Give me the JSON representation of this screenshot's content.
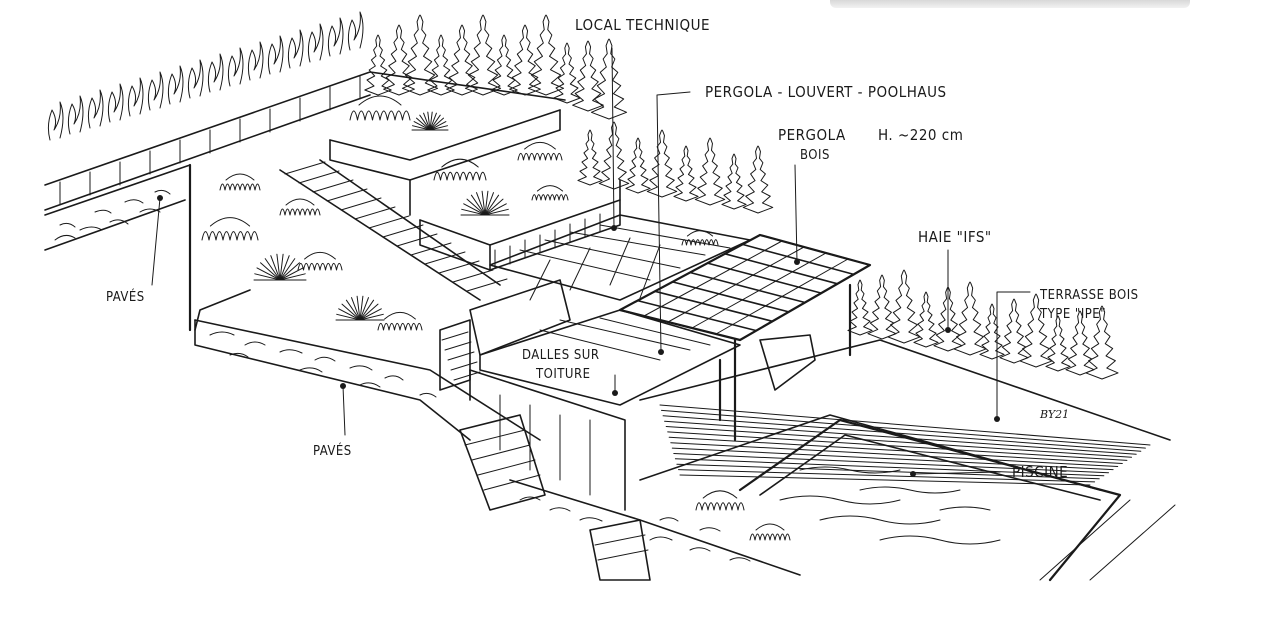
{
  "labels": {
    "local_technique": "LOCAL TECHNIQUE",
    "pergola_louvert": "PERGOLA - LOUVERT - POOLHAUS",
    "pergola_bois_line1": "PERGOLA",
    "pergola_bois_height": "H. ~220 cm",
    "pergola_bois_line2": "BOIS",
    "haie_ifs": "HAIE \"IFS\"",
    "terrasse_bois_line1": "TERRASSE BOIS",
    "terrasse_bois_line2": "TYPE \"IPE\"",
    "paves_left": "PAVÉS",
    "paves_bottom": "PAVÉS",
    "dalles_line1": "DALLES SUR",
    "dalles_line2": "TOITURE",
    "piscine": "PISCINE",
    "signature": "BY21"
  },
  "colors": {
    "ink": "#1a1a1a",
    "paper": "#ffffff"
  }
}
